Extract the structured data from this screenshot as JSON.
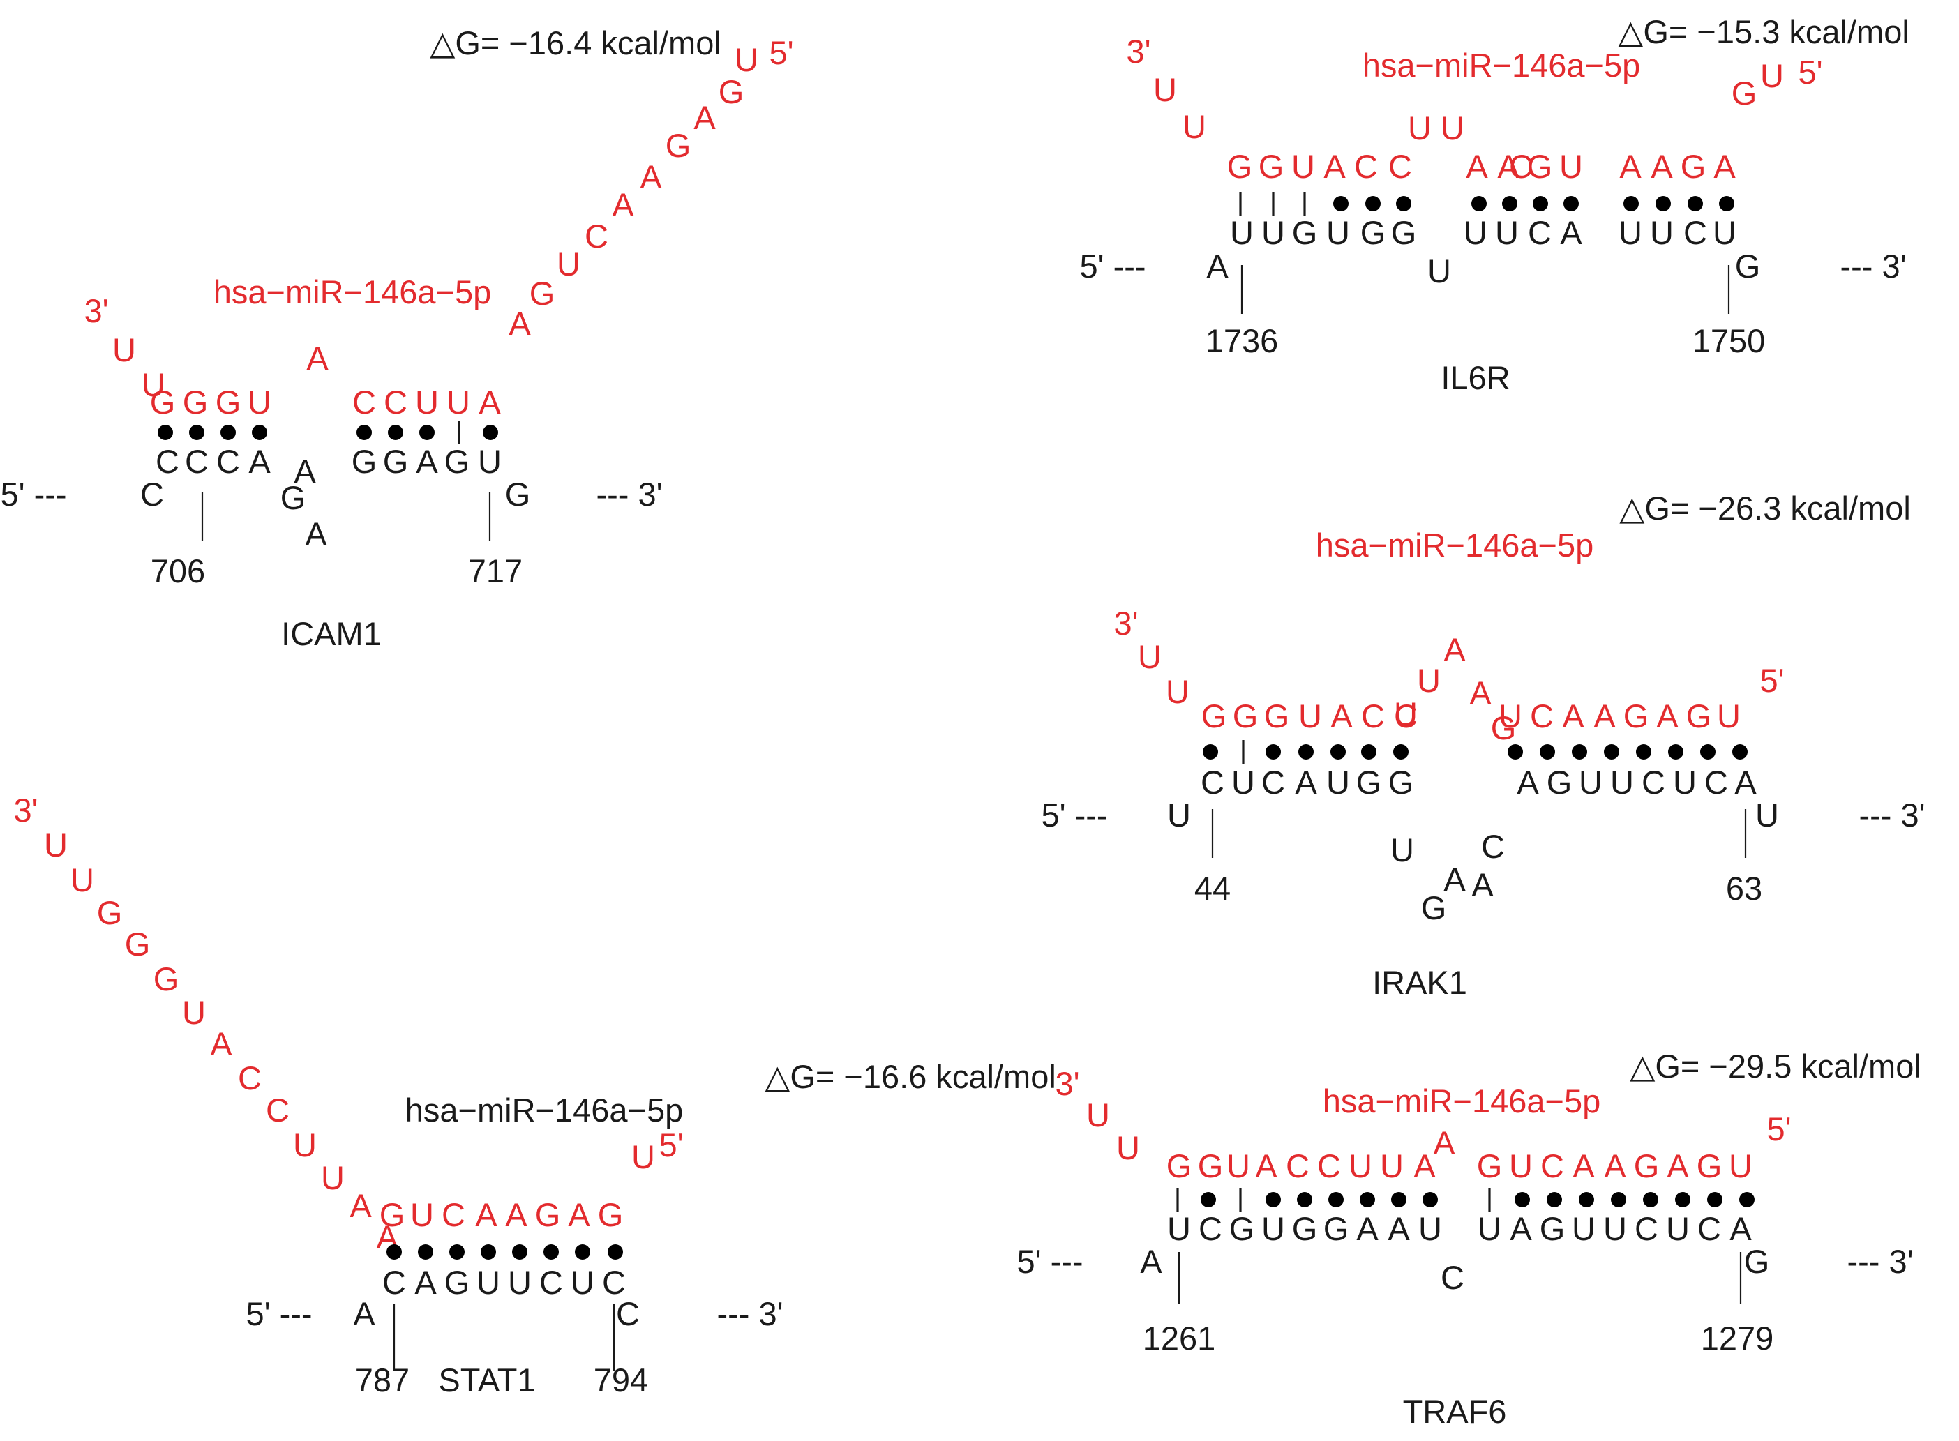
{
  "panels": [
    {
      "id": "icam1",
      "gene": "ICAM1",
      "dg": "△G= −16.4 kcal/mol",
      "mir_name": "hsa−miR−146a−5p",
      "mir_name_color": "red",
      "seed_positions": [
        "706",
        "717"
      ],
      "duplex": {
        "mirna_unpaired": [
          "3'",
          "U",
          "U",
          "A",
          "A",
          "G",
          "U",
          "C",
          "A",
          "A",
          "G",
          "A",
          "G",
          "U",
          "5'"
        ],
        "mirna_paired": [
          "G",
          "G",
          "G",
          "U",
          "C",
          "C",
          "U",
          "U",
          "A"
        ],
        "pairing": [
          "dot",
          "dot",
          "dot",
          "dot",
          "dot",
          "dot",
          "dot",
          "bar",
          "dot"
        ],
        "target_paired": [
          "C",
          "C",
          "C",
          "A",
          "G",
          "G",
          "A",
          "G",
          "U"
        ],
        "target_flank": [
          "5' ---",
          "C",
          "G",
          "A",
          "A",
          "G",
          "--- 3'"
        ]
      }
    },
    {
      "id": "il6r",
      "gene": "IL6R",
      "dg": "△G= −15.3 kcal/mol",
      "mir_name": "hsa−miR−146a−5p",
      "mir_name_color": "red",
      "seed_positions": [
        "1736",
        "1750"
      ],
      "duplex": {
        "mirna_unpaired": [
          "3'",
          "U",
          "U",
          "U",
          "U",
          "C",
          "G",
          "U",
          "5'"
        ],
        "mirna_paired": [
          "G",
          "G",
          "U",
          "A",
          "C",
          "C",
          "A",
          "A",
          "G",
          "U",
          "A",
          "A",
          "G",
          "A"
        ],
        "pairing": [
          "bar",
          "bar",
          "bar",
          "dot",
          "dot",
          "dot",
          "dot",
          "dot",
          "dot",
          "dot",
          "dot",
          "dot",
          "dot",
          "dot"
        ],
        "target_paired": [
          "U",
          "U",
          "G",
          "U",
          "G",
          "G",
          "U",
          "U",
          "C",
          "A",
          "U",
          "U",
          "C",
          "U"
        ],
        "target_flank": [
          "5' ---",
          "A",
          "U",
          "G",
          "--- 3'"
        ]
      }
    },
    {
      "id": "irak1",
      "gene": "IRAK1",
      "dg": "△G= −26.3 kcal/mol",
      "mir_name": "hsa−miR−146a−5p",
      "mir_name_color": "red",
      "seed_positions": [
        "44",
        "63"
      ],
      "duplex": {
        "mirna_unpaired": [
          "3'",
          "U",
          "U",
          "U",
          "U",
          "A",
          "A",
          "G",
          "5'"
        ],
        "mirna_paired": [
          "G",
          "G",
          "G",
          "U",
          "A",
          "C",
          "C",
          "U",
          "C",
          "A",
          "A",
          "G",
          "A",
          "G",
          "U"
        ],
        "pairing": [
          "dot",
          "bar",
          "dot",
          "dot",
          "dot",
          "dot",
          "dot",
          "dot",
          "dot",
          "dot",
          "dot",
          "dot",
          "dot",
          "dot",
          "dot"
        ],
        "target_paired": [
          "C",
          "U",
          "C",
          "A",
          "U",
          "G",
          "G",
          "A",
          "G",
          "U",
          "U",
          "C",
          "U",
          "C",
          "A"
        ],
        "target_flank": [
          "5' ---",
          "U",
          "U",
          "C",
          "A",
          "G",
          "A",
          "U",
          "--- 3'"
        ]
      }
    },
    {
      "id": "stat1",
      "gene": "STAT1",
      "dg": "△G= −16.6 kcal/mol",
      "mir_name": "hsa−miR−146a−5p",
      "mir_name_color": "black",
      "seed_positions": [
        "787",
        "794"
      ],
      "duplex": {
        "mirna_unpaired": [
          "3'",
          "U",
          "U",
          "G",
          "G",
          "G",
          "U",
          "A",
          "C",
          "C",
          "U",
          "U",
          "A",
          "A",
          "U",
          "5'"
        ],
        "mirna_paired": [
          "G",
          "U",
          "C",
          "A",
          "A",
          "G",
          "A",
          "G"
        ],
        "pairing": [
          "dot",
          "dot",
          "dot",
          "dot",
          "dot",
          "dot",
          "dot",
          "dot"
        ],
        "target_paired": [
          "C",
          "A",
          "G",
          "U",
          "U",
          "C",
          "U",
          "C"
        ],
        "target_flank": [
          "5' ---",
          "A",
          "C",
          "--- 3'"
        ]
      }
    },
    {
      "id": "traf6",
      "gene": "TRAF6",
      "dg": "△G= −29.5 kcal/mol",
      "mir_name": "hsa−miR−146a−5p",
      "mir_name_color": "red",
      "seed_positions": [
        "1261",
        "1279"
      ],
      "duplex": {
        "mirna_unpaired": [
          "3'",
          "U",
          "U",
          "A",
          "5'"
        ],
        "mirna_paired": [
          "G",
          "G",
          "U",
          "A",
          "C",
          "C",
          "U",
          "U",
          "A",
          "G",
          "U",
          "C",
          "A",
          "A",
          "G",
          "A",
          "G",
          "U"
        ],
        "pairing": [
          "bar",
          "dot",
          "bar",
          "dot",
          "dot",
          "dot",
          "dot",
          "dot",
          "dot",
          "bar",
          "dot",
          "dot",
          "dot",
          "dot",
          "dot",
          "dot",
          "dot",
          "dot"
        ],
        "target_paired": [
          "U",
          "C",
          "G",
          "U",
          "G",
          "G",
          "A",
          "A",
          "U",
          "U",
          "A",
          "G",
          "U",
          "U",
          "C",
          "U",
          "C",
          "A"
        ],
        "target_flank": [
          "5' ---",
          "A",
          "C",
          "G",
          "--- 3'"
        ]
      }
    }
  ]
}
